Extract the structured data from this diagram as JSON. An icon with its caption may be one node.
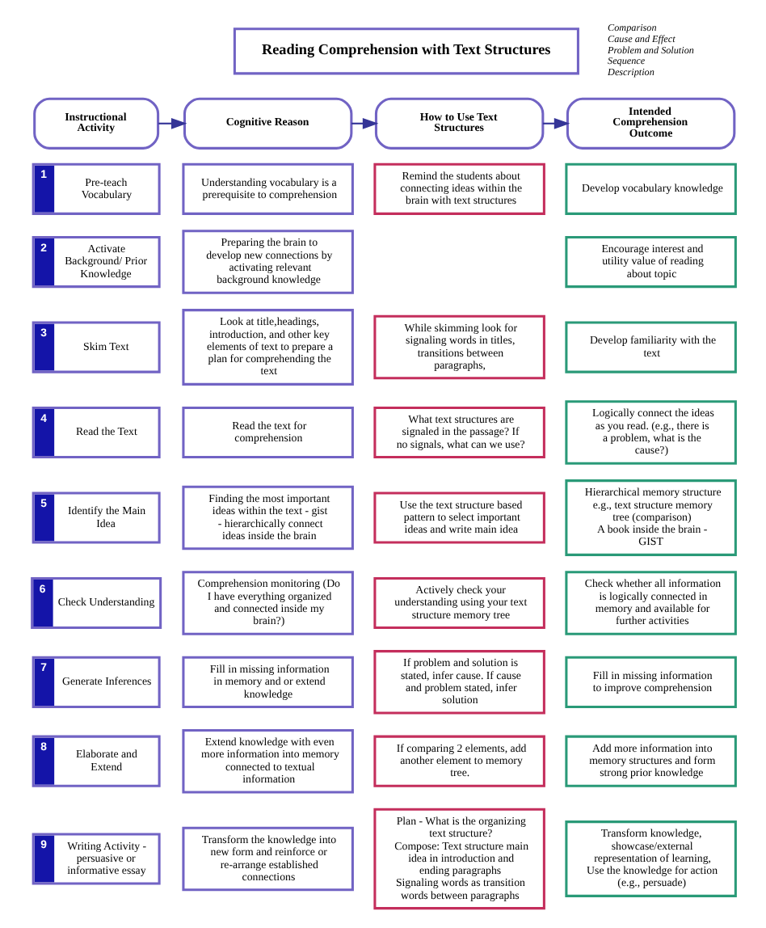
{
  "diagram": {
    "nodes": [
      {
        "text": [
          "Reading Comprehension with Text Structures"
        ]
      },
      {
        "text": [
          "Instructional Activity"
        ]
      },
      {
        "text": [
          "Cognitive Reason"
        ]
      },
      {
        "text": [
          "How to Use Text Structures"
        ]
      },
      {
        "text": [
          "Intended Comprehension Outcome"
        ]
      },
      {
        "text": [
          "1",
          "Pre-teach Vocabulary"
        ]
      },
      {
        "text": [
          "Understanding vocabulary is a prerequisite to comprehension"
        ]
      },
      {
        "text": [
          "Remind the students about connecting ideas within the brain with text structures"
        ]
      },
      {
        "text": [
          "Develop vocabulary knowledge"
        ]
      },
      {
        "text": [
          "2",
          "Activate Background/ Prior Knowledge"
        ]
      },
      {
        "text": [
          "Preparing the brain to develop new connections by activating relevant background knowledge"
        ]
      },
      {
        "text": [
          "Encourage interest and utility value of reading about topic"
        ]
      },
      {
        "text": [
          "3",
          "Skim Text"
        ]
      },
      {
        "text": [
          "Look at title,headings, introduction, and other key elements of text to prepare a plan for comprehending the text"
        ]
      },
      {
        "text": [
          "While skimming look for signaling words in titles, transitions between paragraphs,"
        ]
      },
      {
        "text": [
          "Develop familiarity with the text"
        ]
      },
      {
        "text": [
          "4",
          "Read the Text"
        ]
      },
      {
        "text": [
          "Read the text for comprehension"
        ]
      },
      {
        "text": [
          "What text structures are signaled in the passage? If no signals, what can we use?"
        ]
      },
      {
        "text": [
          "Logically connect the ideas as you read. (e.g., there is a problem, what is the cause?)"
        ]
      },
      {
        "text": [
          "5",
          "Identify the Main Idea"
        ]
      },
      {
        "text": [
          "Finding the most important ideas within the text - gist - hierarchically connect ideas inside the brain"
        ]
      },
      {
        "text": [
          "Use the text structure based pattern to select important ideas and write main idea"
        ]
      },
      {
        "text": [
          "Hierarchical memory structure e.g., text structure memory tree (comparison)",
          "A book inside the brain - GIST"
        ]
      },
      {
        "text": [
          "6",
          "Check Understanding"
        ]
      },
      {
        "text": [
          "Comprehension monitoring (Do I have everything organized and connected inside my brain?)"
        ]
      },
      {
        "text": [
          "Actively check your understanding using your text structure memory tree"
        ]
      },
      {
        "text": [
          "Check whether all information is logically connected in memory and available for further activities"
        ]
      },
      {
        "text": [
          "7",
          "Generate Inferences"
        ]
      },
      {
        "text": [
          "Fill in missing information in memory and or extend knowledge"
        ]
      },
      {
        "text": [
          "If problem and solution is stated, infer cause. If cause and problem stated, infer solution"
        ]
      },
      {
        "text": [
          "Fill in missing information to improve comprehension"
        ]
      },
      {
        "text": [
          "8",
          "Elaborate and Extend"
        ]
      },
      {
        "text": [
          "Extend knowledge with even more information into memory connected to textual information"
        ]
      },
      {
        "text": [
          "If comparing 2 elements, add another element to memory tree."
        ]
      },
      {
        "text": [
          "Add more information into memory structures and form strong prior knowledge"
        ]
      },
      {
        "text": [
          "9",
          "Writing Activity - persuasive or informative essay"
        ]
      },
      {
        "text": [
          "Transform the knowledge into new form and reinforce or re-arrange established connections"
        ]
      },
      {
        "text": [
          "Plan - What is the organizing text structure?",
          "Compose: Text structure main idea in introduction and ending paragraphs",
          "Signaling words as transition words between paragraphs"
        ]
      },
      {
        "text": [
          "Transform knowledge, showcase/external representation of learning, Use the knowledge for action (e.g., persuade)"
        ]
      }
    ],
    "edges": [
      {
        "from": 1,
        "to": 2,
        "arrow": "to"
      },
      {
        "from": 2,
        "to": 3,
        "arrow": "to"
      },
      {
        "from": 3,
        "to": 4,
        "arrow": "to"
      }
    ],
    "labels": [
      "Comparison",
      "Cause and Effect",
      "Problem and Solution",
      "Sequence",
      "Description"
    ]
  }
}
